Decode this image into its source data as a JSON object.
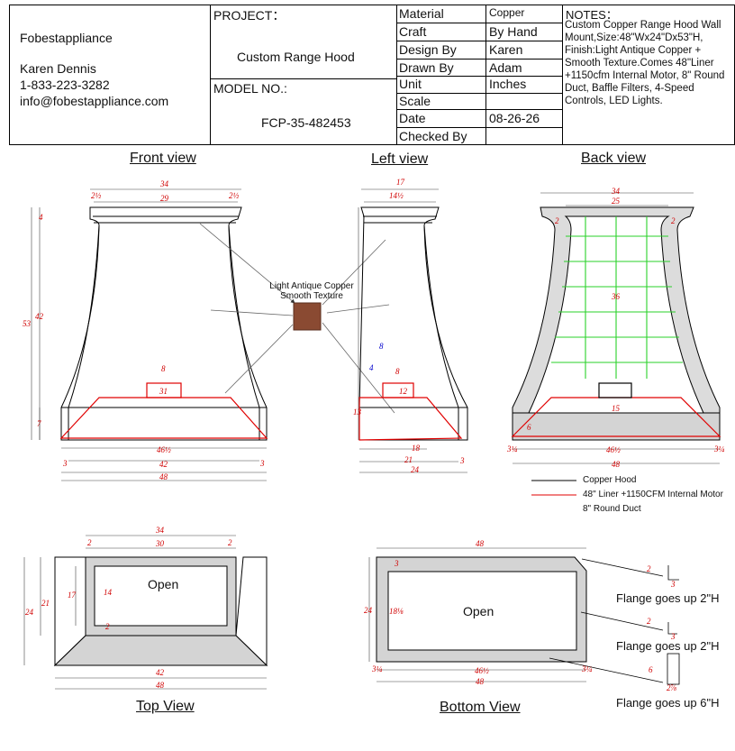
{
  "company": {
    "name": "Fobestappliance",
    "contact_name": "Karen Dennis",
    "phone": "1-833-223-3282",
    "email": "info@fobestappliance.com"
  },
  "project": {
    "label": "PROJECT：",
    "value": "Custom Range Hood",
    "model_label": "MODEL NO.:",
    "model_value": "FCP-35-482453"
  },
  "spec_table": [
    {
      "label": "Material",
      "value": "Copper"
    },
    {
      "label": "Craft",
      "value": "By Hand"
    },
    {
      "label": "Design By",
      "value": "Karen"
    },
    {
      "label": "Drawn By",
      "value": "Adam"
    },
    {
      "label": "Unit",
      "value": "Inches"
    },
    {
      "label": "Scale",
      "value": ""
    },
    {
      "label": "Date",
      "value": "08-26-26"
    },
    {
      "label": "Checked By",
      "value": ""
    }
  ],
  "notes": {
    "title": "NOTES：",
    "text": "Custom Copper Range Hood Wall Mount,Size:48\"Wx24\"Dx53\"H, Finish:Light Antique Copper + Smooth Texture.Comes 48\"Liner +1150cfm Internal Motor, 8\" Round Duct, Baffle Filters, 4-Speed Controls, LED Lights."
  },
  "views": {
    "front": "Front view",
    "left": "Left view",
    "back": "Back view",
    "top": "Top View",
    "bottom": "Bottom View"
  },
  "swatch": {
    "label": "Light Antique Copper Smooth Texture",
    "color": "#8a4a32"
  },
  "legend": [
    {
      "label": "Copper Hood",
      "color": "#000000"
    },
    {
      "label": "48\" Liner +1150CFM Internal Motor",
      "color": "#e00000"
    },
    {
      "label": "8\" Round Duct",
      "color": ""
    }
  ],
  "labels": {
    "open_top": "Open",
    "open_bottom": "Open",
    "flange1": "Flange goes up 2\"H",
    "flange2": "Flange goes up 2\"H",
    "flange3": "Flange goes up 6\"H"
  },
  "dims": {
    "f34": "34",
    "f2a": "2½",
    "f29": "29",
    "f2b": "2½",
    "f4": "4",
    "f53": "53",
    "f42v": "42",
    "f7": "7",
    "f8": "8",
    "f31": "31",
    "f46": "46½",
    "f3a": "3",
    "f42": "42",
    "f3b": "3",
    "f48": "48",
    "l17": "17",
    "l14": "14½",
    "l8b": "8",
    "l4": "4",
    "l8": "8",
    "l12": "12",
    "l13": "13",
    "l18": "18",
    "l21": "21",
    "l3": "3",
    "l24": "24",
    "b34": "34",
    "b25": "25",
    "b2a": "2",
    "b2b": "2",
    "b36": "36",
    "b15": "15",
    "b6": "6",
    "b3a": "3¼",
    "b46": "46½",
    "b3b": "3¼",
    "b48": "48",
    "t34": "34",
    "t2a": "2",
    "t30": "30",
    "t2b": "2",
    "t17": "17",
    "t14": "14",
    "t21": "21",
    "t24": "24",
    "t2c": "2",
    "t42": "42",
    "t48": "48",
    "m48": "48",
    "m3": "3",
    "m24": "24",
    "m18": "18⅛",
    "m3a": "3¼",
    "m46": "46½",
    "m3b": "3¼",
    "m48b": "48",
    "g2a": "2",
    "g3a": "3",
    "g2b": "2",
    "g3b": "3",
    "g6": "6",
    "g2c": "2⅞"
  }
}
